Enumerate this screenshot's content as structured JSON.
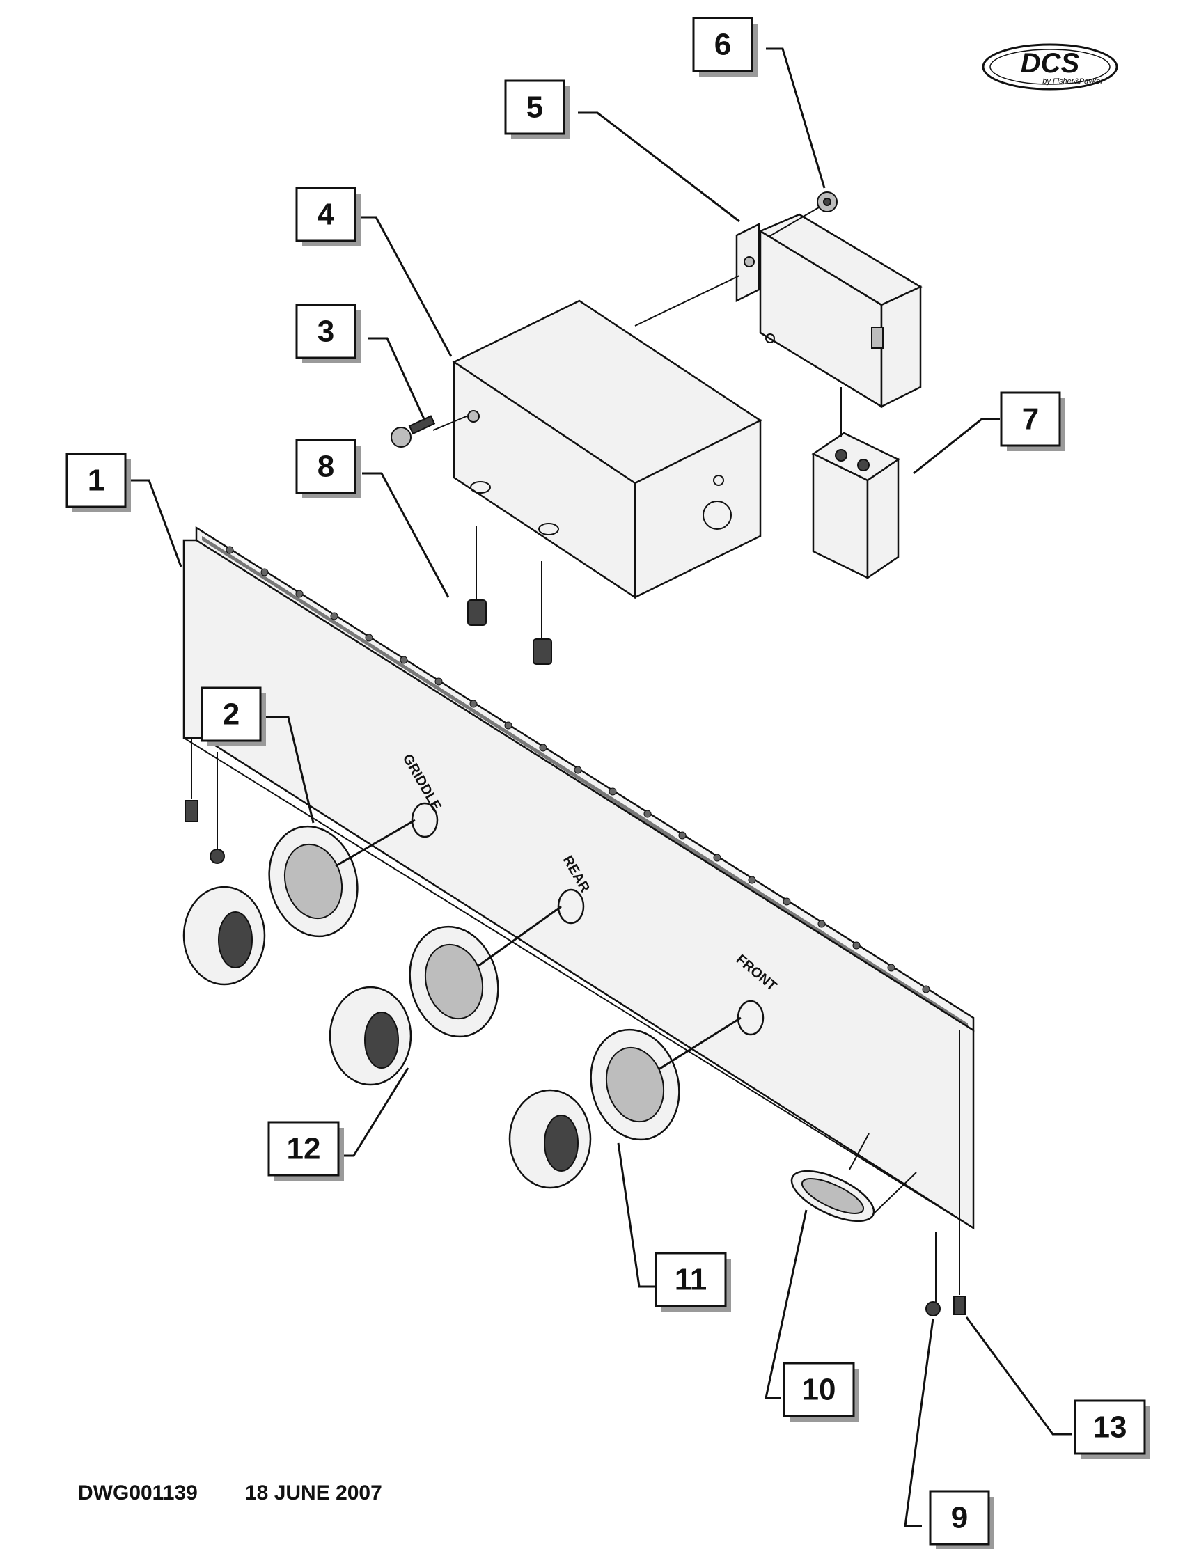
{
  "logo": {
    "brand": "DCS",
    "tagline": "by Fisher&Paykel"
  },
  "callouts": [
    "1",
    "2",
    "3",
    "4",
    "5",
    "6",
    "7",
    "8",
    "9",
    "10",
    "11",
    "12",
    "13"
  ],
  "panel_labels": {
    "griddle": "GRIDDLE",
    "rear": "REAR",
    "front": "FRONT"
  },
  "footer": {
    "drawing_number": "DWG001139",
    "date": "18 JUNE 2007"
  }
}
